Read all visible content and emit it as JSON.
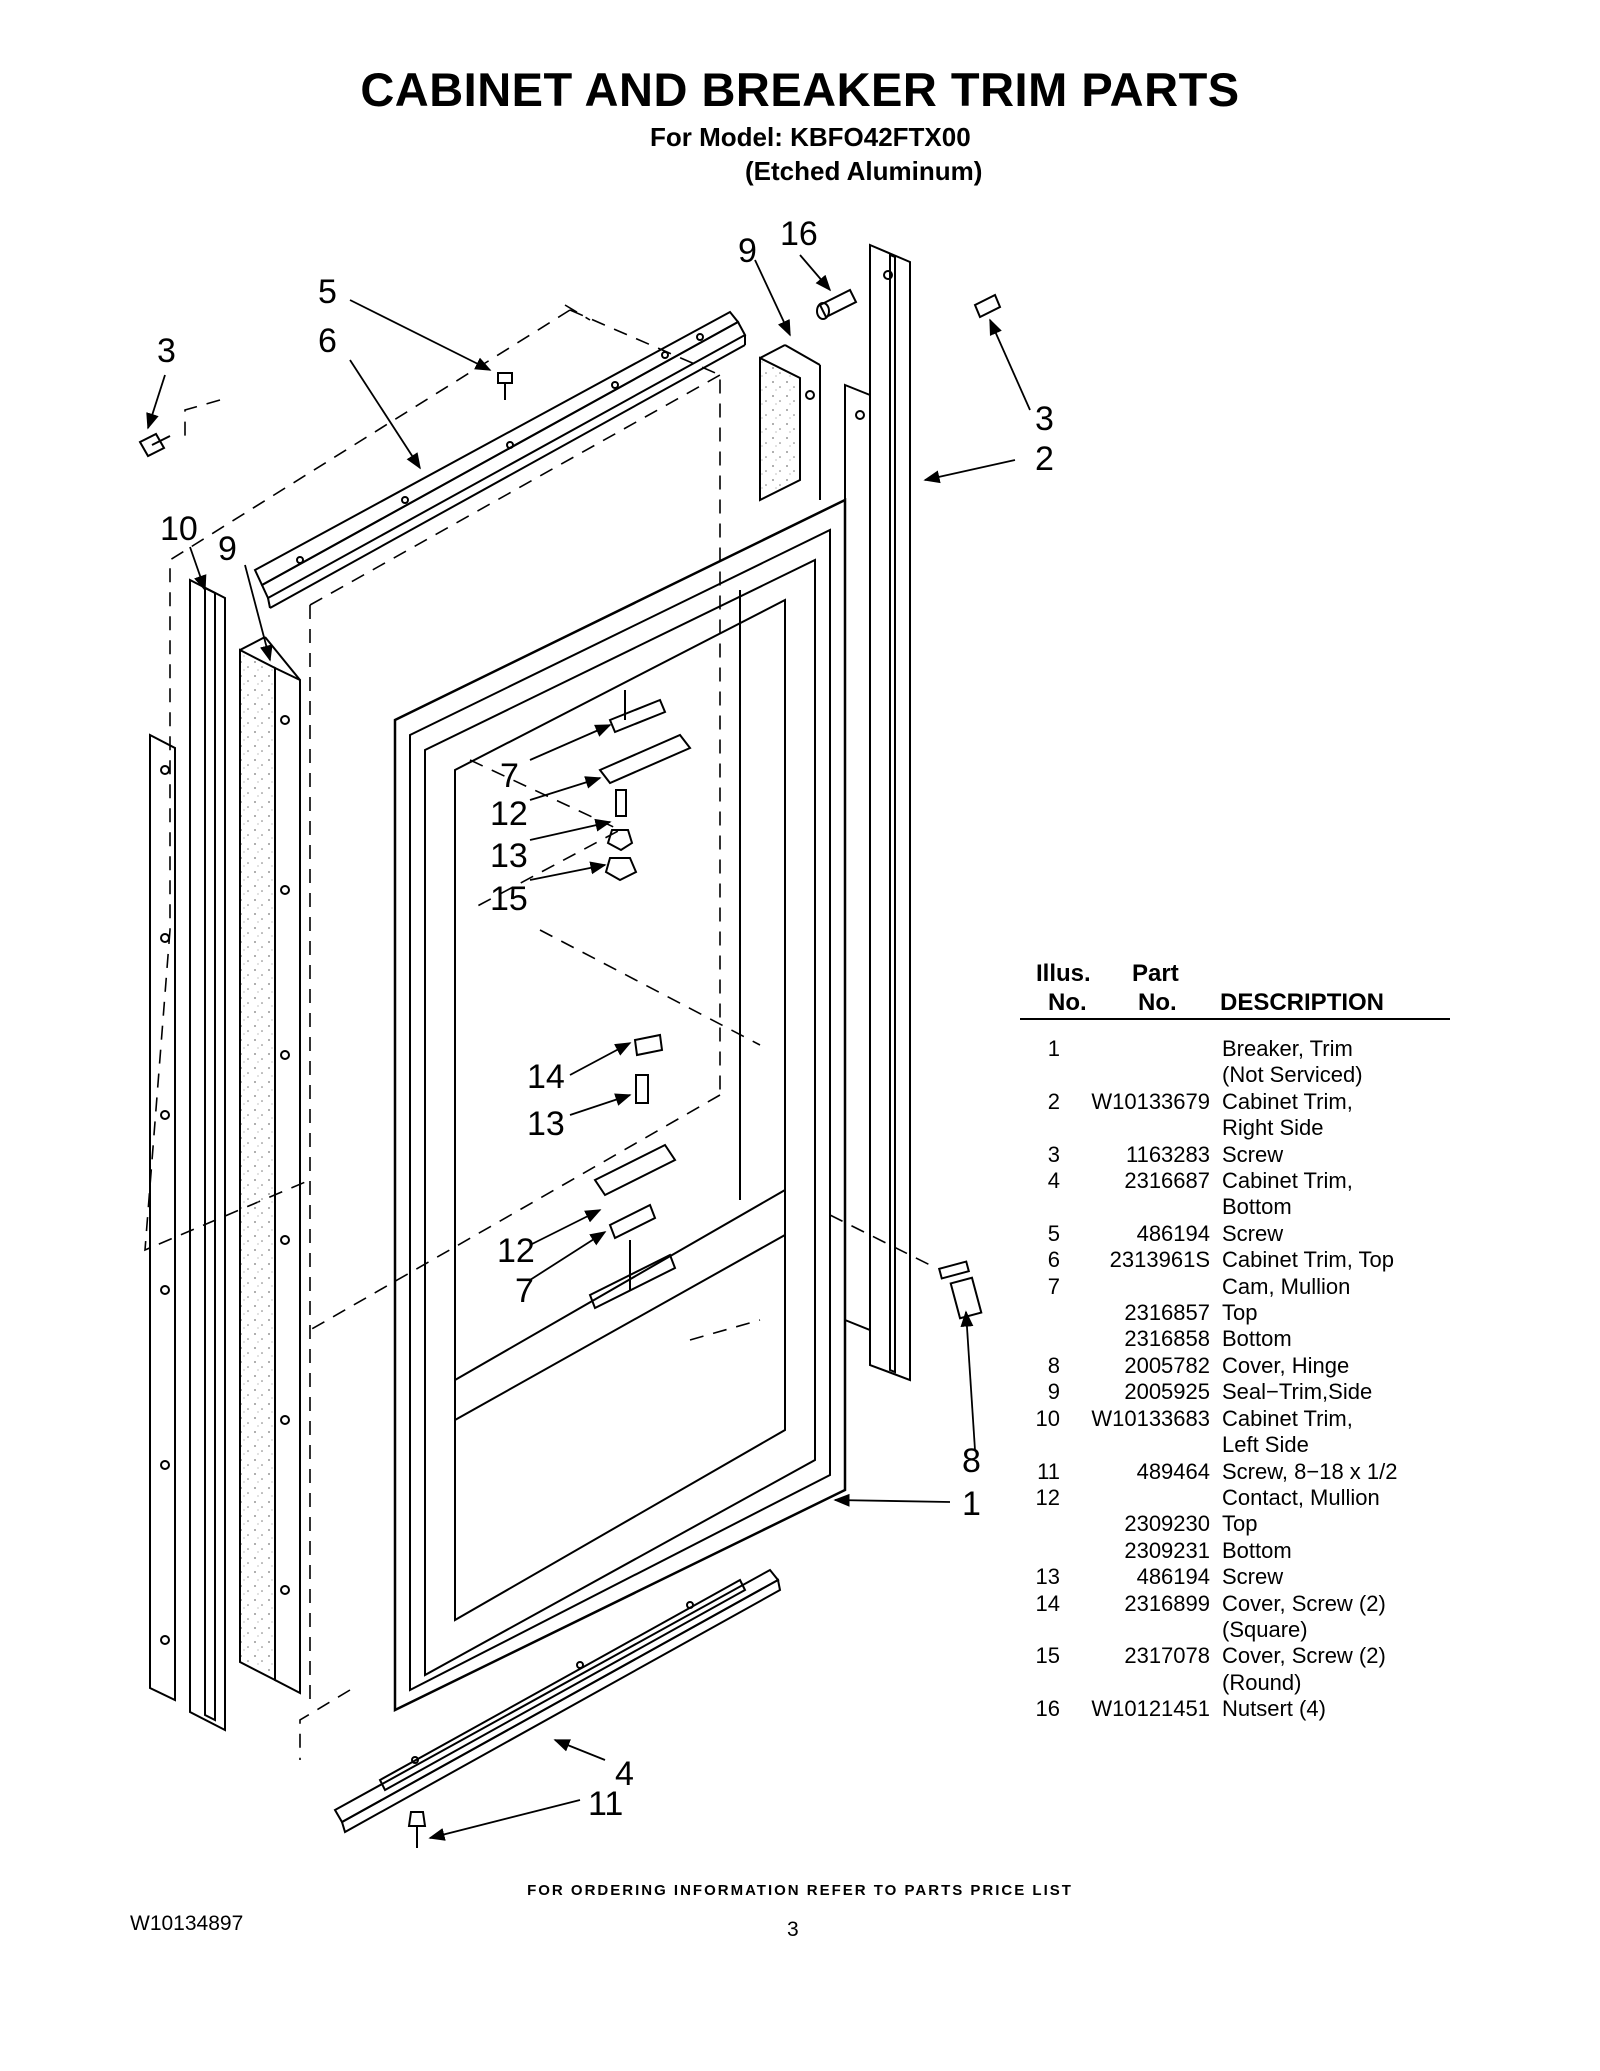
{
  "header": {
    "title": "CABINET AND BREAKER TRIM PARTS",
    "model_line": "For Model: KBFO42FTX00",
    "variant_line": "(Etched Aluminum)"
  },
  "diagram": {
    "callouts": {
      "c1": "1",
      "c2": "2",
      "c3a": "3",
      "c3b": "3",
      "c4": "4",
      "c5": "5",
      "c6": "6",
      "c7a": "7",
      "c7b": "7",
      "c8": "8",
      "c9a": "9",
      "c9b": "9",
      "c10": "10",
      "c11": "11",
      "c12a": "12",
      "c12b": "12",
      "c13a": "13",
      "c13b": "13",
      "c14": "14",
      "c15": "15",
      "c16": "16"
    }
  },
  "parts_list": {
    "headers": {
      "illus_line1": "Illus.",
      "illus_line2": "No.",
      "part_line1": "Part",
      "part_line2": "No.",
      "description": "DESCRIPTION"
    },
    "rows": [
      {
        "num": "1",
        "part": "",
        "desc": "Breaker, Trim"
      },
      {
        "num": "",
        "part": "",
        "desc": "(Not Serviced)"
      },
      {
        "num": "2",
        "part": "W10133679",
        "desc": "Cabinet Trim,"
      },
      {
        "num": "",
        "part": "",
        "desc": "Right Side"
      },
      {
        "num": "3",
        "part": "1163283",
        "desc": "Screw"
      },
      {
        "num": "4",
        "part": "2316687",
        "desc": "Cabinet Trim,"
      },
      {
        "num": "",
        "part": "",
        "desc": "Bottom"
      },
      {
        "num": "5",
        "part": "486194",
        "desc": "Screw"
      },
      {
        "num": "6",
        "part": "2313961S",
        "desc": "Cabinet Trim, Top"
      },
      {
        "num": "7",
        "part": "",
        "desc": "Cam, Mullion"
      },
      {
        "num": "",
        "part": "2316857",
        "desc": "Top"
      },
      {
        "num": "",
        "part": "2316858",
        "desc": "Bottom"
      },
      {
        "num": "8",
        "part": "2005782",
        "desc": "Cover, Hinge"
      },
      {
        "num": "9",
        "part": "2005925",
        "desc": "Seal−Trim,Side"
      },
      {
        "num": "10",
        "part": "W10133683",
        "desc": "Cabinet Trim,"
      },
      {
        "num": "",
        "part": "",
        "desc": "Left Side"
      },
      {
        "num": "11",
        "part": "489464",
        "desc": "Screw, 8−18 x 1/2"
      },
      {
        "num": "12",
        "part": "",
        "desc": "Contact, Mullion"
      },
      {
        "num": "",
        "part": "2309230",
        "desc": "Top"
      },
      {
        "num": "",
        "part": "2309231",
        "desc": "Bottom"
      },
      {
        "num": "13",
        "part": "486194",
        "desc": "Screw"
      },
      {
        "num": "14",
        "part": "2316899",
        "desc": "Cover, Screw (2)"
      },
      {
        "num": "",
        "part": "",
        "desc": "(Square)"
      },
      {
        "num": "15",
        "part": "2317078",
        "desc": "Cover, Screw (2)"
      },
      {
        "num": "",
        "part": "",
        "desc": "(Round)"
      },
      {
        "num": "16",
        "part": "W10121451",
        "desc": "Nutsert (4)"
      }
    ]
  },
  "footer": {
    "ordering_note": "FOR ORDERING INFORMATION REFER TO PARTS PRICE LIST",
    "doc_id": "W10134897",
    "page_number": "3"
  }
}
